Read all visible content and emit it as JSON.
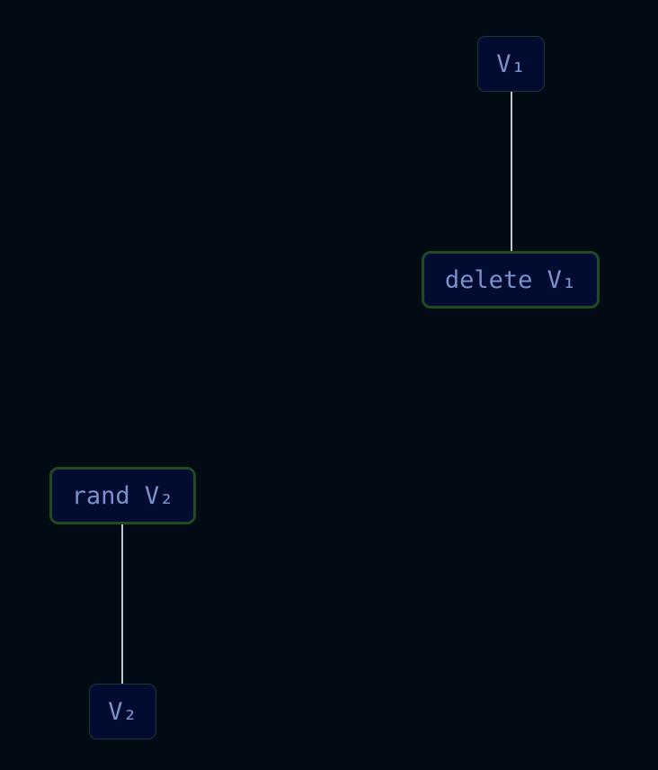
{
  "diagram": {
    "nodes": [
      {
        "id": "v1",
        "kind": "variable",
        "label": "V₁"
      },
      {
        "id": "delete-v1",
        "kind": "operation",
        "label": "delete V₁"
      },
      {
        "id": "rand-v2",
        "kind": "operation",
        "label": "rand V₂"
      },
      {
        "id": "v2",
        "kind": "variable",
        "label": "V₂"
      }
    ],
    "edges": [
      {
        "from": "v1",
        "to": "delete-v1"
      },
      {
        "from": "rand-v2",
        "to": "v2"
      }
    ]
  }
}
